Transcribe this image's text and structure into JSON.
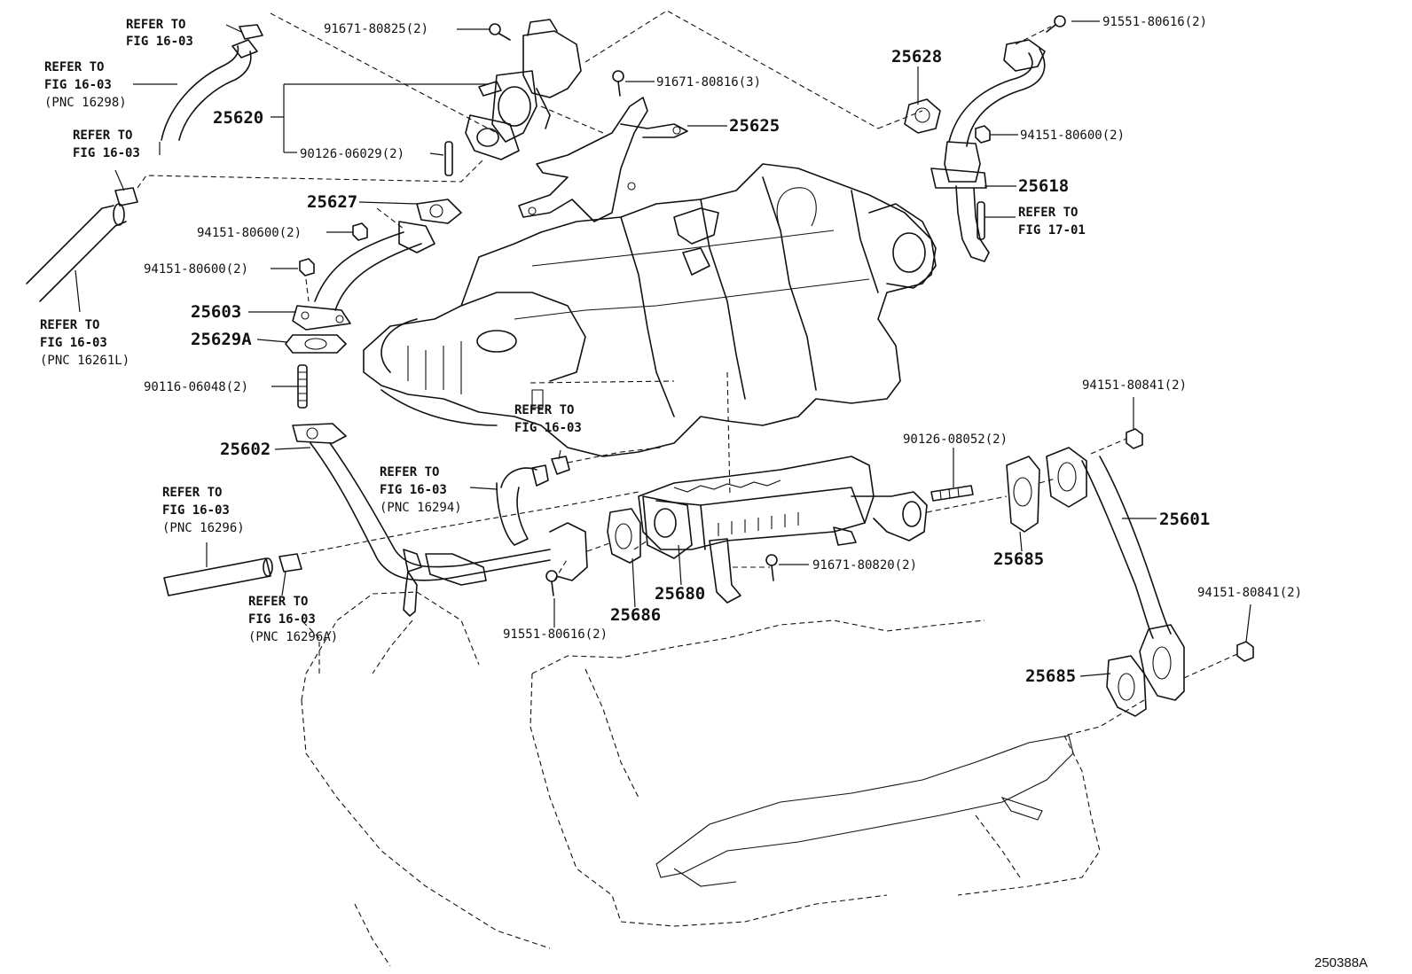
{
  "figure_id": "250388A",
  "callouts": [
    {
      "id": "c1",
      "text": "REFER TO",
      "size": "ref"
    },
    {
      "id": "c2",
      "text": "FIG 16-03",
      "size": "ref"
    },
    {
      "id": "c3",
      "text": "REFER TO",
      "size": "ref"
    },
    {
      "id": "c4",
      "text": "FIG 16-03",
      "size": "ref"
    },
    {
      "id": "c5",
      "text": "(PNC 16298)",
      "size": "pn"
    },
    {
      "id": "c6",
      "text": "REFER TO",
      "size": "ref"
    },
    {
      "id": "c7",
      "text": "FIG 16-03",
      "size": "ref"
    },
    {
      "id": "c8",
      "text": "REFER TO",
      "size": "ref"
    },
    {
      "id": "c9",
      "text": "FIG 16-03",
      "size": "ref"
    },
    {
      "id": "c10",
      "text": "(PNC 16261L)",
      "size": "pn"
    },
    {
      "id": "c11",
      "text": "91671-80825(2)",
      "size": "pn"
    },
    {
      "id": "c12",
      "text": "25620",
      "size": "big"
    },
    {
      "id": "c13",
      "text": "90126-06029(2)",
      "size": "pn"
    },
    {
      "id": "c14",
      "text": "91671-80816(3)",
      "size": "pn"
    },
    {
      "id": "c15",
      "text": "25625",
      "size": "big"
    },
    {
      "id": "c16",
      "text": "25627",
      "size": "big"
    },
    {
      "id": "c17",
      "text": "94151-80600(2)",
      "size": "pn"
    },
    {
      "id": "c18",
      "text": "94151-80600(2)",
      "size": "pn"
    },
    {
      "id": "c19",
      "text": "25603",
      "size": "big"
    },
    {
      "id": "c20",
      "text": "25629A",
      "size": "big"
    },
    {
      "id": "c21",
      "text": "90116-06048(2)",
      "size": "pn"
    },
    {
      "id": "c22",
      "text": "25602",
      "size": "big"
    },
    {
      "id": "c23",
      "text": "REFER TO",
      "size": "ref"
    },
    {
      "id": "c24",
      "text": "FIG 16-03",
      "size": "ref"
    },
    {
      "id": "c25",
      "text": "(PNC 16296)",
      "size": "pn"
    },
    {
      "id": "c26",
      "text": "REFER TO",
      "size": "ref"
    },
    {
      "id": "c27",
      "text": "FIG 16-03",
      "size": "ref"
    },
    {
      "id": "c28",
      "text": "(PNC 16296A)",
      "size": "pn"
    },
    {
      "id": "c29",
      "text": "REFER TO",
      "size": "ref"
    },
    {
      "id": "c30",
      "text": "FIG 16-03",
      "size": "ref"
    },
    {
      "id": "c31",
      "text": "(PNC 16294)",
      "size": "pn"
    },
    {
      "id": "c32",
      "text": "REFER TO",
      "size": "ref"
    },
    {
      "id": "c33",
      "text": "FIG 16-03",
      "size": "ref"
    },
    {
      "id": "c34",
      "text": "91551-80616(2)",
      "size": "pn"
    },
    {
      "id": "c35",
      "text": "25686",
      "size": "big"
    },
    {
      "id": "c36",
      "text": "25680",
      "size": "big"
    },
    {
      "id": "c37",
      "text": "91671-80820(2)",
      "size": "pn"
    },
    {
      "id": "c38",
      "text": "91551-80616(2)",
      "size": "pn"
    },
    {
      "id": "c39",
      "text": "25628",
      "size": "big"
    },
    {
      "id": "c40",
      "text": "94151-80600(2)",
      "size": "pn"
    },
    {
      "id": "c41",
      "text": "25618",
      "size": "big"
    },
    {
      "id": "c42",
      "text": "REFER TO",
      "size": "ref"
    },
    {
      "id": "c43",
      "text": "FIG 17-01",
      "size": "ref"
    },
    {
      "id": "c44",
      "text": "94151-80841(2)",
      "size": "pn"
    },
    {
      "id": "c45",
      "text": "90126-08052(2)",
      "size": "pn"
    },
    {
      "id": "c46",
      "text": "25601",
      "size": "big"
    },
    {
      "id": "c47",
      "text": "25685",
      "size": "big"
    },
    {
      "id": "c48",
      "text": "94151-80841(2)",
      "size": "pn"
    },
    {
      "id": "c49",
      "text": "25685",
      "size": "big"
    }
  ]
}
